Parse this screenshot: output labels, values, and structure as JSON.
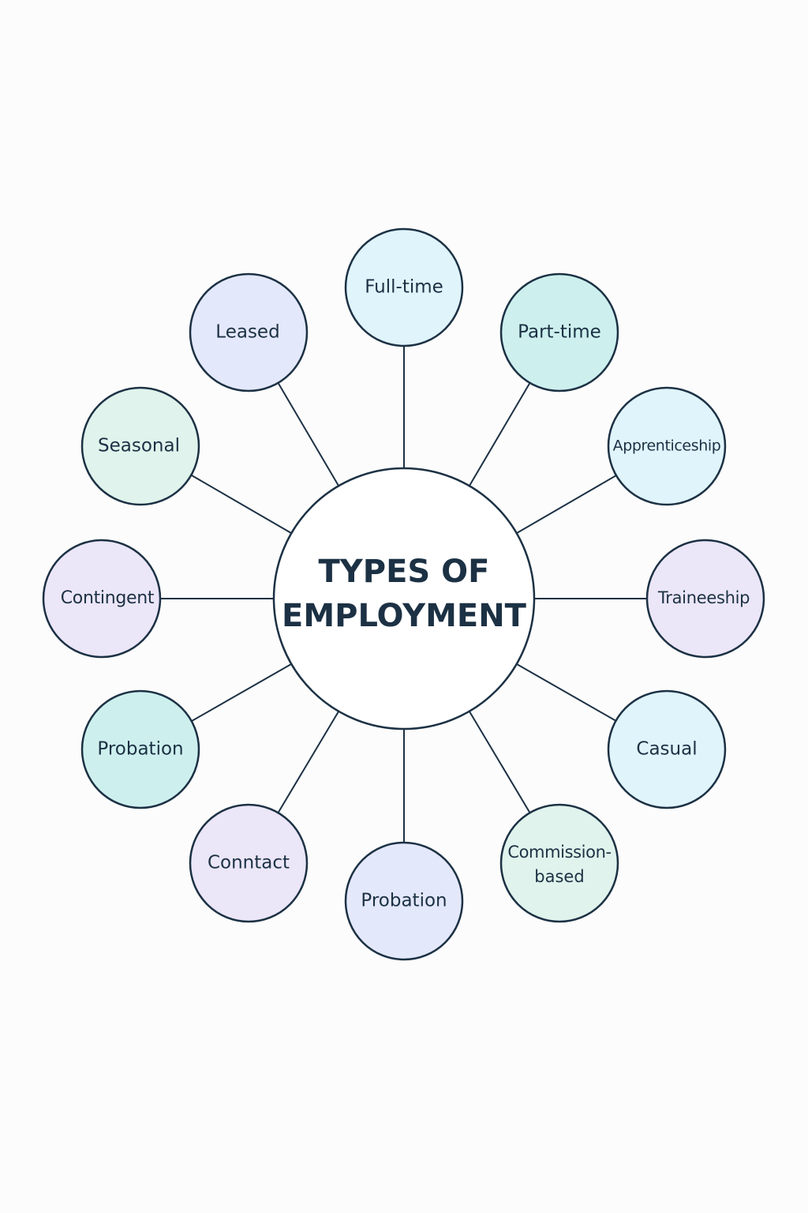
{
  "center": {
    "title_line1": "TYPES OF",
    "title_line2": "EMPLOYMENT"
  },
  "nodes": [
    {
      "id": "full-time",
      "label": "Full-time",
      "color": "#dff4fb"
    },
    {
      "id": "part-time",
      "label": "Part-time",
      "color": "#cdf0ee"
    },
    {
      "id": "apprenticeship",
      "label": "Apprenticeship",
      "color": "#dff4fb"
    },
    {
      "id": "traineeship",
      "label": "Traineeship",
      "color": "#ebe6f8"
    },
    {
      "id": "casual",
      "label": "Casual",
      "color": "#dff4fb"
    },
    {
      "id": "commission-based",
      "label_line1": "Commission-",
      "label_line2": "based",
      "color": "#e0f3ec"
    },
    {
      "id": "probation-bottom",
      "label": "Probation",
      "color": "#e4e8fb"
    },
    {
      "id": "conntact",
      "label": "Conntact",
      "color": "#ebe6f8"
    },
    {
      "id": "probation-left",
      "label": "Probation",
      "color": "#cdf0ee"
    },
    {
      "id": "contingent",
      "label": "Contingent",
      "color": "#ebe6f8"
    },
    {
      "id": "seasonal",
      "label": "Seasonal",
      "color": "#e0f3ec"
    },
    {
      "id": "leased",
      "label": "Leased",
      "color": "#e4e8fb"
    }
  ]
}
